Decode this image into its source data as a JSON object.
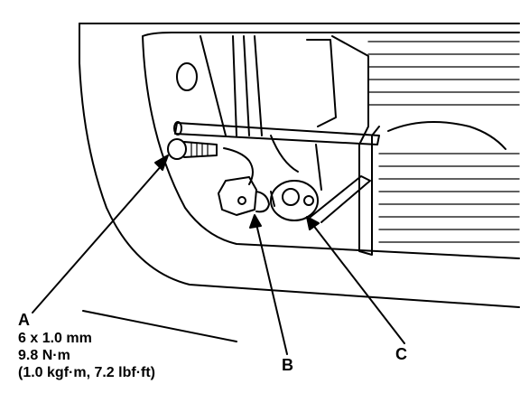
{
  "callouts": {
    "a": "A",
    "b": "B",
    "c": "C"
  },
  "spec_a": {
    "size": "6 x 1.0 mm",
    "torque_nm": "9.8 N·m",
    "torque_alt": "(1.0 kgf·m, 7.2 lbf·ft)"
  },
  "colors": {
    "ink": "#000000",
    "paper": "#ffffff"
  }
}
